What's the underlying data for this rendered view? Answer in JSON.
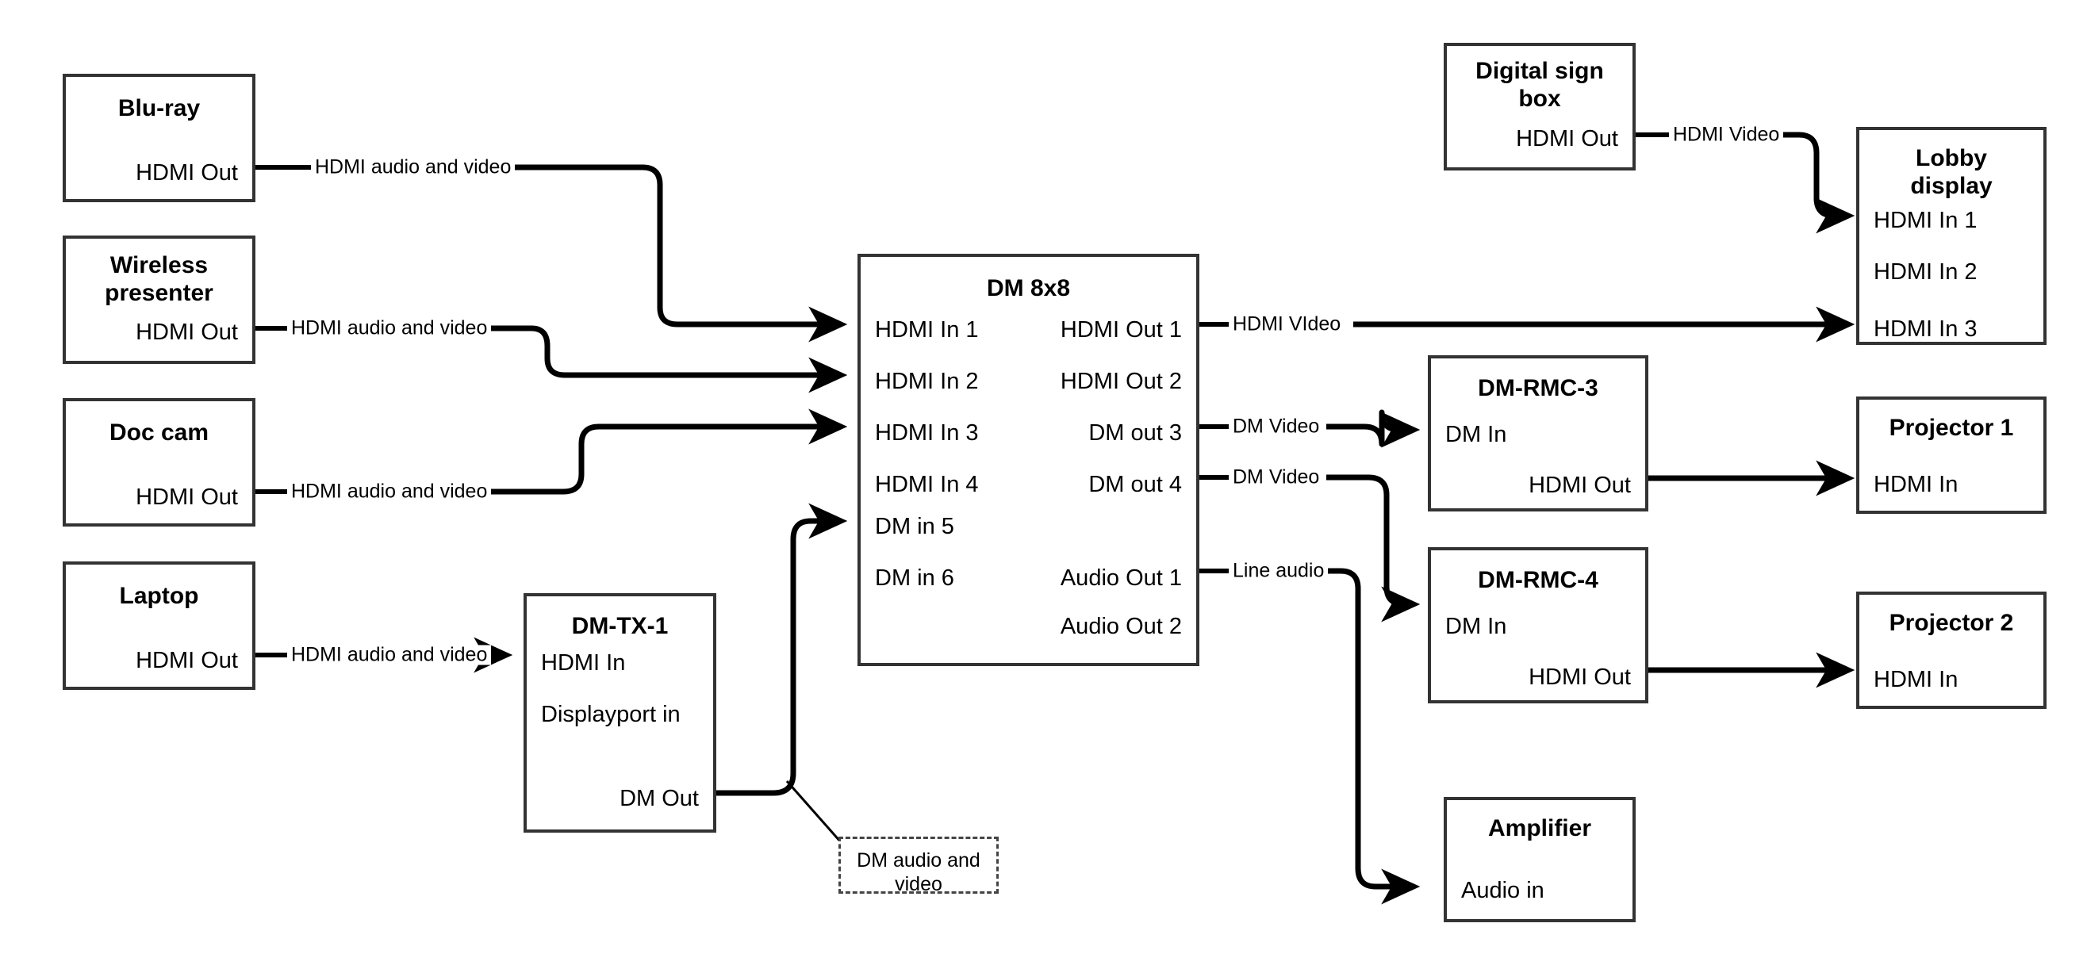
{
  "diagram": {
    "title": "AV signal flow diagram",
    "line_color": "#000000",
    "box_border_color": "#333333",
    "background_color": "#ffffff"
  },
  "nodes": [
    {
      "id": "blu-ray",
      "title": "Blu-ray",
      "ports": [
        {
          "label": "HDMI Out",
          "side": "right"
        }
      ]
    },
    {
      "id": "wireless-presenter",
      "title": "Wireless\npresenter",
      "title_line1": "Wireless",
      "title_line2": "presenter",
      "ports": [
        {
          "label": "HDMI Out",
          "side": "right"
        }
      ]
    },
    {
      "id": "doc-cam",
      "title": "Doc cam",
      "ports": [
        {
          "label": "HDMI Out",
          "side": "right"
        }
      ]
    },
    {
      "id": "laptop",
      "title": "Laptop",
      "ports": [
        {
          "label": "HDMI Out",
          "side": "right"
        }
      ]
    },
    {
      "id": "dm-tx-1",
      "title": "DM-TX-1",
      "ports": [
        {
          "label": "HDMI In",
          "side": "left"
        },
        {
          "label": "Displayport in",
          "side": "left"
        },
        {
          "label": "DM Out",
          "side": "right"
        }
      ]
    },
    {
      "id": "dm-8x8",
      "title": "DM 8x8",
      "ports": [
        {
          "label": "HDMI In 1",
          "side": "left"
        },
        {
          "label": "HDMI In 2",
          "side": "left"
        },
        {
          "label": "HDMI In 3",
          "side": "left"
        },
        {
          "label": "HDMI In 4",
          "side": "left"
        },
        {
          "label": "DM in 5",
          "side": "left"
        },
        {
          "label": "DM in 6",
          "side": "left"
        },
        {
          "label": "HDMI Out 1",
          "side": "right"
        },
        {
          "label": "HDMI Out 2",
          "side": "right"
        },
        {
          "label": "DM out 3",
          "side": "right"
        },
        {
          "label": "DM out 4",
          "side": "right"
        },
        {
          "label": "Audio Out 1",
          "side": "right"
        },
        {
          "label": "Audio Out 2",
          "side": "right"
        }
      ]
    },
    {
      "id": "digital-sign-box",
      "title": "Digital sign\nbox",
      "title_line1": "Digital sign",
      "title_line2": "box",
      "ports": [
        {
          "label": "HDMI Out",
          "side": "right"
        }
      ]
    },
    {
      "id": "lobby-display",
      "title": "Lobby\ndisplay",
      "title_line1": "Lobby",
      "title_line2": "display",
      "ports": [
        {
          "label": "HDMI In 1",
          "side": "left"
        },
        {
          "label": "HDMI In 2",
          "side": "left"
        },
        {
          "label": "HDMI In 3",
          "side": "left"
        }
      ]
    },
    {
      "id": "dm-rmc-3",
      "title": "DM-RMC-3",
      "ports": [
        {
          "label": "DM In",
          "side": "left"
        },
        {
          "label": "HDMI Out",
          "side": "right"
        }
      ]
    },
    {
      "id": "dm-rmc-4",
      "title": "DM-RMC-4",
      "ports": [
        {
          "label": "DM In",
          "side": "left"
        },
        {
          "label": "HDMI Out",
          "side": "right"
        }
      ]
    },
    {
      "id": "projector-1",
      "title": "Projector 1",
      "ports": [
        {
          "label": "HDMI In",
          "side": "left"
        }
      ]
    },
    {
      "id": "projector-2",
      "title": "Projector 2",
      "ports": [
        {
          "label": "HDMI In",
          "side": "left"
        }
      ]
    },
    {
      "id": "amplifier",
      "title": "Amplifier",
      "ports": [
        {
          "label": "Audio in",
          "side": "left"
        }
      ]
    },
    {
      "id": "dm-note",
      "title": "DM audio and video",
      "note_line1": "DM audio and",
      "note_line2": "video"
    }
  ],
  "connections": [
    {
      "id": "bluray-to-dm-in1",
      "label": "HDMI audio and video",
      "from": "blu-ray",
      "to": "dm-8x8 HDMI In 1"
    },
    {
      "id": "wireless-to-dm-in2",
      "label": "HDMI audio and video",
      "from": "wireless-presenter",
      "to": "dm-8x8 HDMI In 2"
    },
    {
      "id": "doccam-to-dm-in3",
      "label": "HDMI audio and video",
      "from": "doc-cam",
      "to": "dm-8x8 HDMI In 3"
    },
    {
      "id": "laptop-to-tx",
      "label": "HDMI audio and video",
      "from": "laptop",
      "to": "dm-tx-1 HDMI In"
    },
    {
      "id": "tx-to-dm-in5",
      "label": "DM audio and video",
      "from": "dm-tx-1 DM Out",
      "to": "dm-8x8 DM in 5"
    },
    {
      "id": "sign-to-lobby-in1",
      "label": "HDMI Video",
      "from": "digital-sign-box",
      "to": "lobby-display HDMI In 1"
    },
    {
      "id": "dm-out1-to-lobby3",
      "label": "HDMI VIdeo",
      "from": "dm-8x8 HDMI Out 1",
      "to": "lobby-display HDMI In 3"
    },
    {
      "id": "dm-out3-to-rmc3",
      "label": "DM Video",
      "from": "dm-8x8 DM out 3",
      "to": "dm-rmc-3 DM In"
    },
    {
      "id": "dm-out4-to-rmc4",
      "label": "DM Video",
      "from": "dm-8x8 DM out 4",
      "to": "dm-rmc-4 DM In"
    },
    {
      "id": "audio1-to-amp",
      "label": "Line audio",
      "from": "dm-8x8 Audio Out 1",
      "to": "amplifier Audio in"
    },
    {
      "id": "rmc3-to-proj1",
      "label": "",
      "from": "dm-rmc-3 HDMI Out",
      "to": "projector-1 HDMI In"
    },
    {
      "id": "rmc4-to-proj2",
      "label": "",
      "from": "dm-rmc-4 HDMI Out",
      "to": "projector-2 HDMI In"
    }
  ],
  "wire_labels": {
    "bluray": "HDMI audio and video",
    "wireless": "HDMI audio and video",
    "doccam": "HDMI audio and video",
    "laptop": "HDMI audio and video",
    "sign_to_lobby": "HDMI Video",
    "hdmi_out1": "HDMI VIdeo",
    "dm_out3": "DM Video",
    "dm_out4": "DM Video",
    "audio_out1": "Line audio"
  }
}
